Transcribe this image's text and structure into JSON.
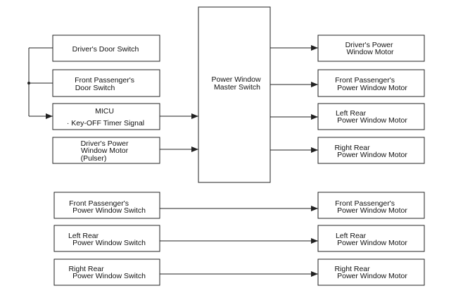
{
  "colors": {
    "line": "#222222",
    "text": "#111111",
    "background": "#ffffff"
  },
  "master": {
    "lines": [
      "Power Window",
      "Master Switch"
    ]
  },
  "inputs": [
    {
      "lines": [
        "Driver's Door Switch"
      ]
    },
    {
      "lines": [
        "Front Passenger's",
        "Door Switch"
      ]
    },
    {
      "lines": [
        "MICU",
        "· Key-OFF Timer Signal"
      ]
    },
    {
      "lines": [
        "Driver's Power",
        "Window Motor",
        "(Pulser)"
      ]
    }
  ],
  "outputs": [
    {
      "lines": [
        "Driver's Power",
        "Window Motor"
      ]
    },
    {
      "lines": [
        "Front Passenger's",
        "Power Window Motor"
      ]
    },
    {
      "lines": [
        "Left Rear",
        "Power Window Motor"
      ]
    },
    {
      "lines": [
        "Right Rear",
        "Power Window Motor"
      ]
    }
  ],
  "direct_pairs": [
    {
      "switch": {
        "lines": [
          "Front Passenger's",
          "Power Window Switch"
        ]
      },
      "motor": {
        "lines": [
          "Front Passenger's",
          "Power Window Motor"
        ]
      }
    },
    {
      "switch": {
        "lines": [
          "Left Rear",
          "Power Window Switch"
        ]
      },
      "motor": {
        "lines": [
          "Left Rear",
          "Power Window Motor"
        ]
      }
    },
    {
      "switch": {
        "lines": [
          "Right Rear",
          "Power Window Switch"
        ]
      },
      "motor": {
        "lines": [
          "Right Rear",
          "Power Window Motor"
        ]
      }
    }
  ]
}
